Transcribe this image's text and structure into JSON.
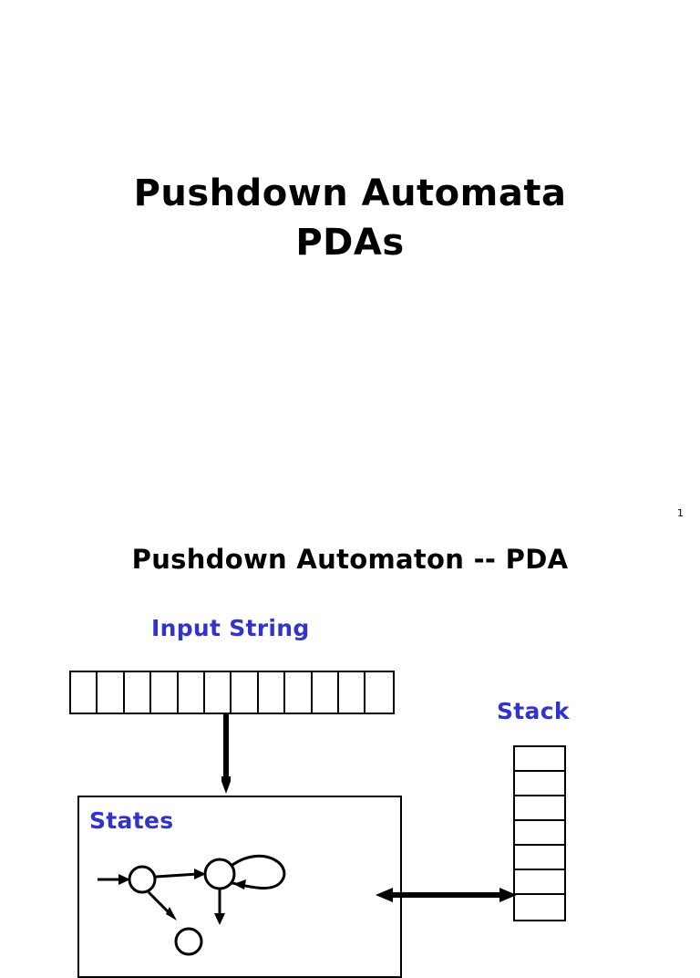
{
  "slide1": {
    "title_line1": "Pushdown Automata",
    "title_line2": "PDAs",
    "page_number": "1"
  },
  "slide2": {
    "title": "Pushdown Automaton -- PDA",
    "input_string_label": "Input String",
    "stack_label": "Stack",
    "states_label": "States",
    "tape_cells": 12,
    "stack_cells": 7,
    "accent_color": "#3333cc",
    "line_color": "#000000"
  }
}
